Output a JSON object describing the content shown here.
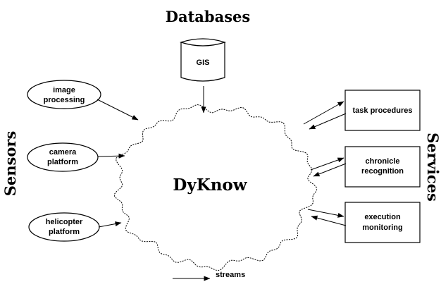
{
  "headings": {
    "databases": "Databases",
    "sensors": "Sensors",
    "services": "Services",
    "center": "DyKnow"
  },
  "database": {
    "label": "GIS"
  },
  "sensors": [
    {
      "line1": "image",
      "line2": "processing"
    },
    {
      "line1": "camera",
      "line2": "platform"
    },
    {
      "line1": "helicopter",
      "line2": "platform"
    }
  ],
  "services": [
    {
      "line1": "task procedures",
      "line2": ""
    },
    {
      "line1": "chronicle",
      "line2": "recognition"
    },
    {
      "line1": "execution",
      "line2": "monitoring"
    }
  ],
  "legend": {
    "label": "streams"
  }
}
